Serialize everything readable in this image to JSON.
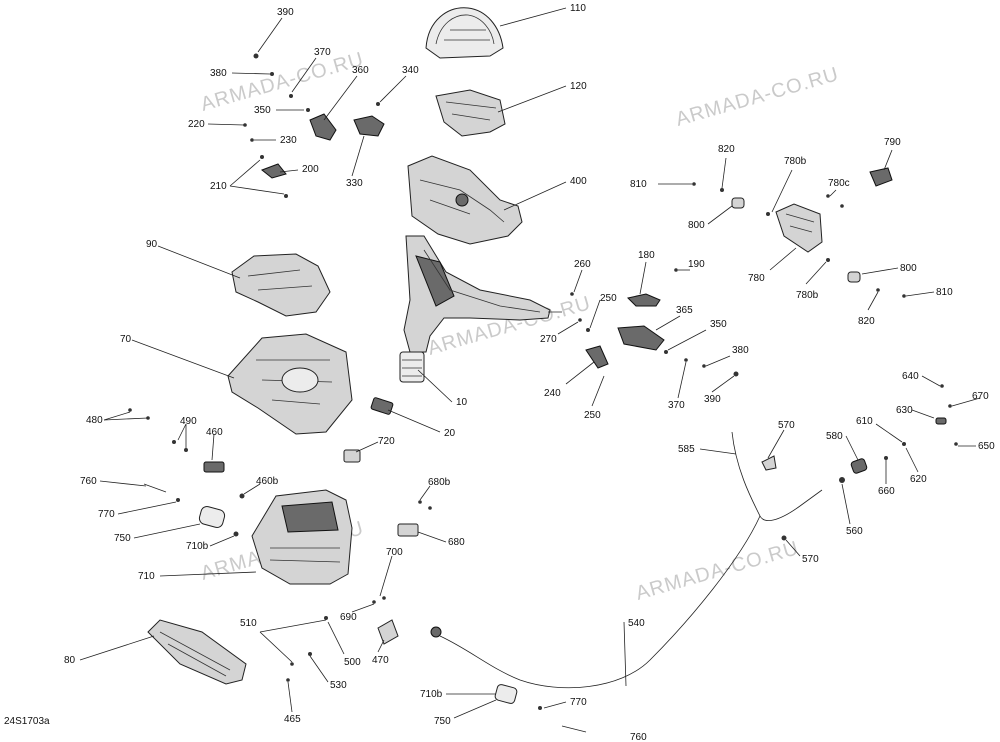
{
  "diagram_code": "24S1703a",
  "watermark": "ARMADA-CO.RU",
  "callouts": [
    {
      "id": "c390",
      "text": "390"
    },
    {
      "id": "c370a",
      "text": "370"
    },
    {
      "id": "c380a",
      "text": "380"
    },
    {
      "id": "c360",
      "text": "360"
    },
    {
      "id": "c340",
      "text": "340"
    },
    {
      "id": "c350a",
      "text": "350"
    },
    {
      "id": "c220",
      "text": "220"
    },
    {
      "id": "c230",
      "text": "230"
    },
    {
      "id": "c330",
      "text": "330"
    },
    {
      "id": "c200",
      "text": "200"
    },
    {
      "id": "c210",
      "text": "210"
    },
    {
      "id": "c110",
      "text": "110"
    },
    {
      "id": "c120",
      "text": "120"
    },
    {
      "id": "c400",
      "text": "400"
    },
    {
      "id": "c90",
      "text": "90"
    },
    {
      "id": "c70",
      "text": "70"
    },
    {
      "id": "c10",
      "text": "10"
    },
    {
      "id": "c20",
      "text": "20"
    },
    {
      "id": "c720",
      "text": "720"
    },
    {
      "id": "c480",
      "text": "480"
    },
    {
      "id": "c490",
      "text": "490"
    },
    {
      "id": "c460",
      "text": "460"
    },
    {
      "id": "c460b",
      "text": "460b"
    },
    {
      "id": "c760a",
      "text": "760"
    },
    {
      "id": "c770a",
      "text": "770"
    },
    {
      "id": "c750a",
      "text": "750"
    },
    {
      "id": "c710b_a",
      "text": "710b"
    },
    {
      "id": "c710",
      "text": "710"
    },
    {
      "id": "c680b",
      "text": "680b"
    },
    {
      "id": "c680",
      "text": "680"
    },
    {
      "id": "c700",
      "text": "700"
    },
    {
      "id": "c690",
      "text": "690"
    },
    {
      "id": "c510",
      "text": "510"
    },
    {
      "id": "c500",
      "text": "500"
    },
    {
      "id": "c470",
      "text": "470"
    },
    {
      "id": "c530",
      "text": "530"
    },
    {
      "id": "c465",
      "text": "465"
    },
    {
      "id": "c80",
      "text": "80"
    },
    {
      "id": "c260",
      "text": "260"
    },
    {
      "id": "c250a",
      "text": "250"
    },
    {
      "id": "c270",
      "text": "270"
    },
    {
      "id": "c180",
      "text": "180"
    },
    {
      "id": "c190",
      "text": "190"
    },
    {
      "id": "c365",
      "text": "365"
    },
    {
      "id": "c350b",
      "text": "350"
    },
    {
      "id": "c380b",
      "text": "380"
    },
    {
      "id": "c370b",
      "text": "370"
    },
    {
      "id": "c390b",
      "text": "390"
    },
    {
      "id": "c240",
      "text": "240"
    },
    {
      "id": "c250b",
      "text": "250"
    },
    {
      "id": "c820a",
      "text": "820"
    },
    {
      "id": "c810a",
      "text": "810"
    },
    {
      "id": "c800a",
      "text": "800"
    },
    {
      "id": "c780b_a",
      "text": "780b"
    },
    {
      "id": "c780c",
      "text": "780c"
    },
    {
      "id": "c790",
      "text": "790"
    },
    {
      "id": "c780",
      "text": "780"
    },
    {
      "id": "c780b_b",
      "text": "780b"
    },
    {
      "id": "c800b",
      "text": "800"
    },
    {
      "id": "c810b",
      "text": "810"
    },
    {
      "id": "c820b",
      "text": "820"
    },
    {
      "id": "c640",
      "text": "640"
    },
    {
      "id": "c670",
      "text": "670"
    },
    {
      "id": "c630",
      "text": "630"
    },
    {
      "id": "c610",
      "text": "610"
    },
    {
      "id": "c650",
      "text": "650"
    },
    {
      "id": "c580",
      "text": "580"
    },
    {
      "id": "c660",
      "text": "660"
    },
    {
      "id": "c620",
      "text": "620"
    },
    {
      "id": "c570a",
      "text": "570"
    },
    {
      "id": "c585",
      "text": "585"
    },
    {
      "id": "c560",
      "text": "560"
    },
    {
      "id": "c570b",
      "text": "570"
    },
    {
      "id": "c540",
      "text": "540"
    },
    {
      "id": "c710b_b",
      "text": "710b"
    },
    {
      "id": "c770b",
      "text": "770"
    },
    {
      "id": "c750b",
      "text": "750"
    },
    {
      "id": "c760b",
      "text": "760"
    }
  ]
}
